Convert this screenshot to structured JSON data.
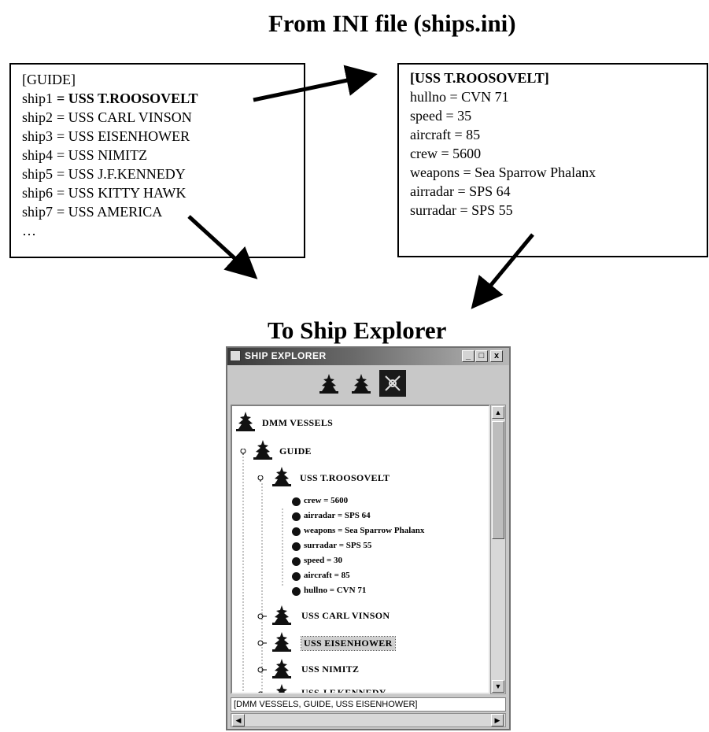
{
  "titles": {
    "top": "From INI file (ships.ini)",
    "bottom": "To Ship Explorer"
  },
  "guide_box": {
    "header": "[GUIDE]",
    "lines": [
      {
        "key": "ship1",
        "value": "= USS T.ROOSOVELT"
      },
      {
        "key": "ship2",
        "value": "= USS CARL VINSON"
      },
      {
        "key": "ship3",
        "value": "= USS EISENHOWER"
      },
      {
        "key": "ship4",
        "value": "= USS NIMITZ"
      },
      {
        "key": "ship5",
        "value": "= USS J.F.KENNEDY"
      },
      {
        "key": "ship6",
        "value": "= USS KITTY HAWK"
      },
      {
        "key": "ship7",
        "value": "= USS AMERICA"
      }
    ],
    "ellipsis": "…"
  },
  "ship_box": {
    "header": "[USS T.ROOSOVELT]",
    "lines": [
      "hullno = CVN 71",
      "speed = 35",
      "aircraft = 85",
      "crew = 5600",
      "weapons = Sea Sparrow Phalanx",
      "airradar = SPS 64",
      "surradar = SPS 55"
    ]
  },
  "explorer": {
    "window_title": "SHIP EXPLORER",
    "minimize": "_",
    "maximize": "□",
    "close": "x",
    "toolbar": [
      "ship-icon",
      "ship-icon",
      "radar-icon"
    ],
    "root": "DMM VESSELS",
    "guide": "GUIDE",
    "expanded_ship": "USS T.ROOSOVELT",
    "attributes": [
      "crew = 5600",
      "airradar = SPS 64",
      "weapons = Sea Sparrow Phalanx",
      "surradar = SPS 55",
      "speed = 30",
      "aircraft = 85",
      "hullno = CVN 71"
    ],
    "ships": [
      "USS CARL VINSON",
      "USS EISENHOWER",
      "USS NIMITZ",
      "USS J.F.KENNEDY"
    ],
    "selected_ship": "USS EISENHOWER",
    "status": "[DMM VESSELS, GUIDE, USS EISENHOWER]"
  }
}
